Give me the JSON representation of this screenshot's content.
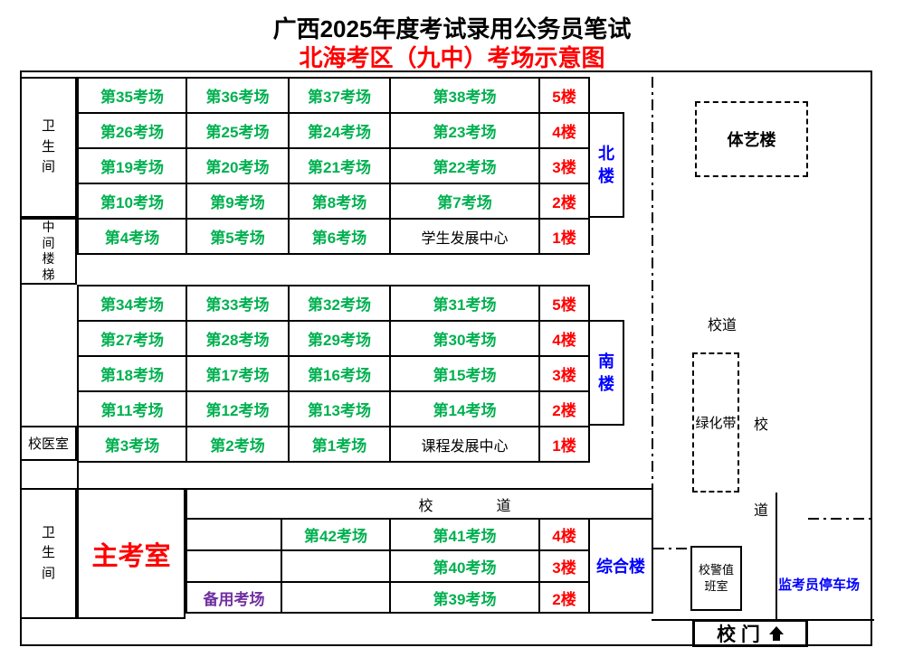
{
  "title": "广西2025年度考试录用公务员笔试",
  "subtitle": "北海考区（九中）考场示意图",
  "colors": {
    "room_green": "#00B050",
    "floor_red": "#FF0000",
    "building_blue": "#0000FF",
    "backup_purple": "#7030A0",
    "title_red": "#FF0000"
  },
  "left_labels": {
    "toilet_north": "卫生间",
    "middle_stairs": "中间楼梯",
    "clinic": "校医室",
    "toilet_south": "卫生间",
    "main_exam_office": "主考室"
  },
  "north_building": {
    "label": "北楼",
    "rows": [
      {
        "c1": "第35考场",
        "c2": "第36考场",
        "c3": "第37考场",
        "c4": "第38考场",
        "floor": "5楼"
      },
      {
        "c1": "第26考场",
        "c2": "第25考场",
        "c3": "第24考场",
        "c4": "第23考场",
        "floor": "4楼"
      },
      {
        "c1": "第19考场",
        "c2": "第20考场",
        "c3": "第21考场",
        "c4": "第22考场",
        "floor": "3楼"
      },
      {
        "c1": "第10考场",
        "c2": "第9考场",
        "c3": "第8考场",
        "c4": "第7考场",
        "floor": "2楼"
      },
      {
        "c1": "第4考场",
        "c2": "第5考场",
        "c3": "第6考场",
        "c4": "学生发展中心",
        "floor": "1楼"
      }
    ]
  },
  "south_building": {
    "label": "南楼",
    "rows": [
      {
        "c1": "第34考场",
        "c2": "第33考场",
        "c3": "第32考场",
        "c4": "第31考场",
        "floor": "5楼"
      },
      {
        "c1": "第27考场",
        "c2": "第28考场",
        "c3": "第29考场",
        "c4": "第30考场",
        "floor": "4楼"
      },
      {
        "c1": "第18考场",
        "c2": "第17考场",
        "c3": "第16考场",
        "c4": "第15考场",
        "floor": "3楼"
      },
      {
        "c1": "第11考场",
        "c2": "第12考场",
        "c3": "第13考场",
        "c4": "第14考场",
        "floor": "2楼"
      },
      {
        "c1": "第3考场",
        "c2": "第2考场",
        "c3": "第1考场",
        "c4": "课程发展中心",
        "floor": "1楼"
      }
    ]
  },
  "complex_building": {
    "label": "综合楼",
    "road_row": {
      "char1": "校",
      "char2": "道"
    },
    "rows": [
      {
        "c1": "",
        "c2": "第42考场",
        "c3": "第41考场",
        "floor": "4楼"
      },
      {
        "c1": "",
        "c2": "",
        "c3": "第40考场",
        "floor": "3楼"
      },
      {
        "c1": "备用考场",
        "c2": "",
        "c3": "第39考场",
        "floor": "2楼"
      }
    ]
  },
  "right_area": {
    "sports_arts_building": "体艺楼",
    "road_label": "校道",
    "green_belt": "绿化带",
    "road_char_top": "校",
    "road_char_bottom": "道",
    "police_duty_room": "校警值班室",
    "invigilator_parking": "监考员停车场",
    "school_gate": "校 门"
  }
}
